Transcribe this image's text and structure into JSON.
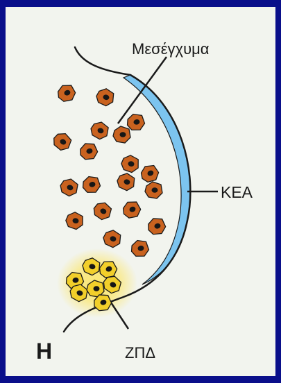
{
  "labels": {
    "mesenchyme": "Μεσέγχυμα",
    "kea": "ΚΕΑ",
    "zpd": "ΖΠΔ",
    "panel": "Η"
  },
  "colors": {
    "background": "#0a0f8a",
    "panel": "#f2f4ee",
    "ridge": "#7cc4ef",
    "mesenchyme_cell": "#c9621f",
    "zpd_cell": "#f2cf2a",
    "zpd_glow": "#fbe66a",
    "nucleus": "#161616"
  }
}
